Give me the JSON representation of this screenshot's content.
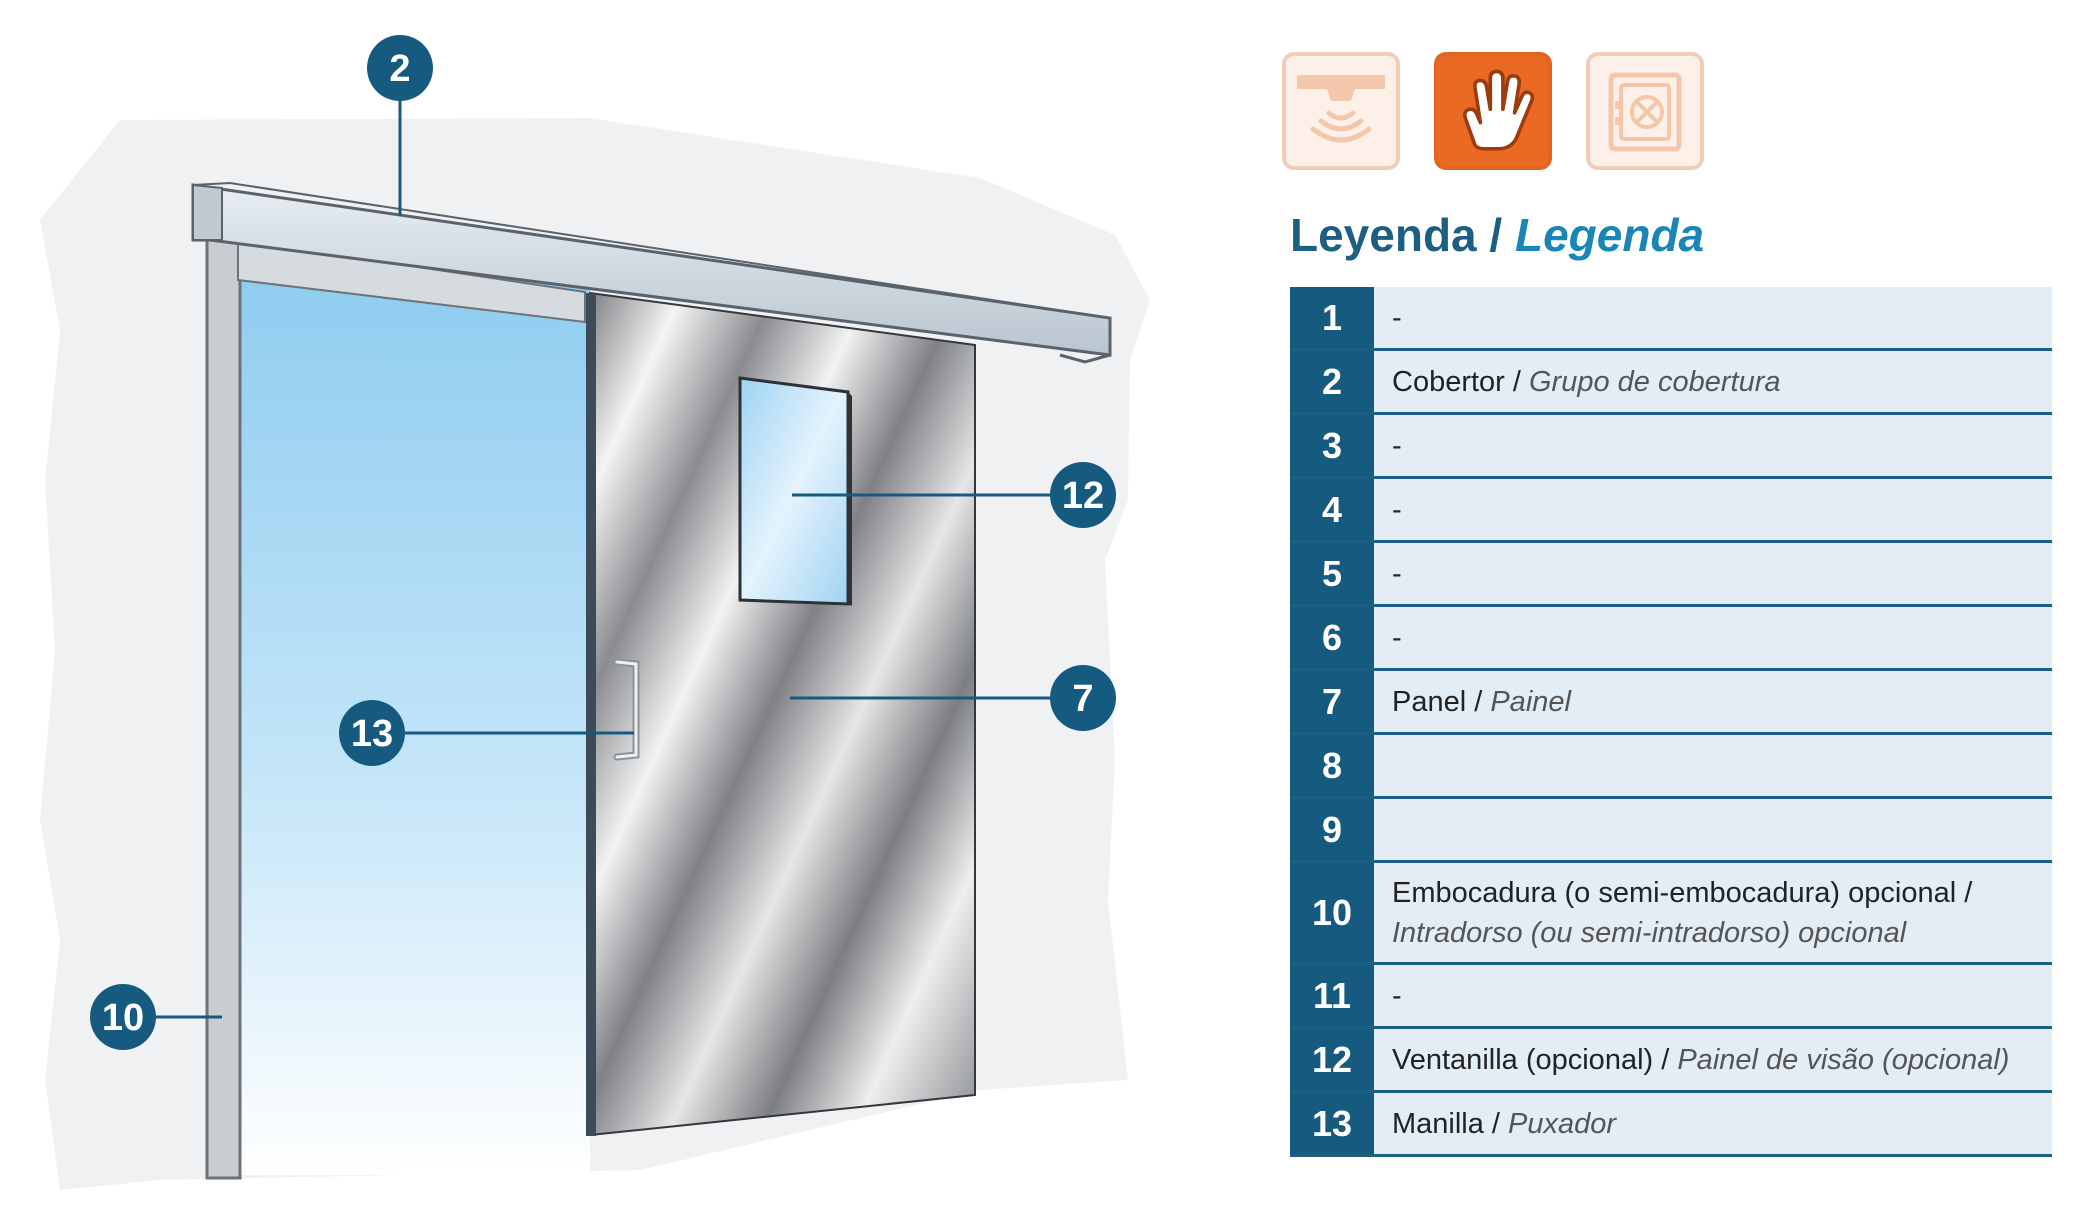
{
  "callouts": {
    "c2": "2",
    "c12": "12",
    "c7": "7",
    "c13": "13",
    "c10": "10"
  },
  "mode_icons": [
    {
      "name": "sensor-icon",
      "active": false
    },
    {
      "name": "hand-icon",
      "active": true
    },
    {
      "name": "safe-icon",
      "active": false
    }
  ],
  "legend": {
    "title_es": "Leyenda",
    "separator": "/",
    "title_pt": "Legenda",
    "rows": [
      {
        "num": "1",
        "es": "-",
        "sep": "",
        "pt": "",
        "es2": "",
        "pt2": ""
      },
      {
        "num": "2",
        "es": "Cobertor",
        "sep": " / ",
        "pt": "Grupo de cobertura",
        "es2": "",
        "pt2": ""
      },
      {
        "num": "3",
        "es": "-",
        "sep": "",
        "pt": "",
        "es2": "",
        "pt2": ""
      },
      {
        "num": "4",
        "es": "-",
        "sep": "",
        "pt": "",
        "es2": "",
        "pt2": ""
      },
      {
        "num": "5",
        "es": "-",
        "sep": "",
        "pt": "",
        "es2": "",
        "pt2": ""
      },
      {
        "num": "6",
        "es": "-",
        "sep": "",
        "pt": "",
        "es2": "",
        "pt2": ""
      },
      {
        "num": "7",
        "es": "Panel",
        "sep": " / ",
        "pt": "Painel",
        "es2": "",
        "pt2": ""
      },
      {
        "num": "8",
        "es": "",
        "sep": "",
        "pt": "",
        "es2": "",
        "pt2": ""
      },
      {
        "num": "9",
        "es": "",
        "sep": "",
        "pt": "",
        "es2": "",
        "pt2": ""
      },
      {
        "num": "10",
        "es": "Embocadura (o semi-embocadura) opcional /",
        "sep": "",
        "pt": "",
        "es2": "",
        "pt2": "Intradorso (ou semi-intradorso) opcional"
      },
      {
        "num": "11",
        "es": "-",
        "sep": "",
        "pt": "",
        "es2": "",
        "pt2": ""
      },
      {
        "num": "12",
        "es": "Ventanilla (opcional)",
        "sep": " / ",
        "pt": "Painel de visão (opcional)",
        "es2": "",
        "pt2": ""
      },
      {
        "num": "13",
        "es": "Manilla",
        "sep": " / ",
        "pt": "Puxador",
        "es2": "",
        "pt2": ""
      }
    ]
  },
  "colors": {
    "badge": "#175a80",
    "accent_orange": "#ea6a24",
    "legend_row_bg": "#e3edf6"
  }
}
